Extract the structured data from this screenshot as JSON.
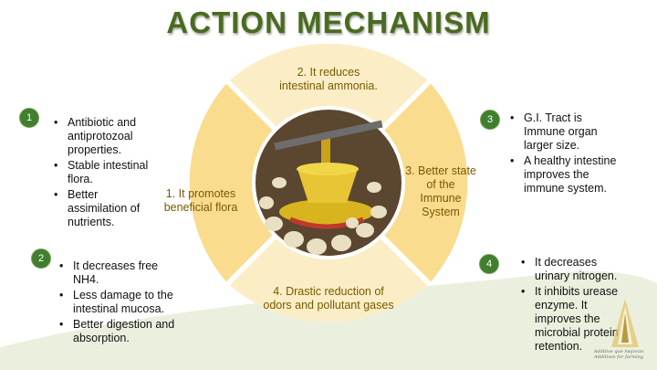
{
  "title": "ACTION MECHANISM",
  "colors": {
    "title": "#4a6b1f",
    "segment_top": "#fbeec6",
    "segment_side": "#f9dc8e",
    "segment_label": "#7a5a00",
    "badge": "#3f7f2e",
    "swoosh": "#e6ecd6"
  },
  "wheel": {
    "top": "2. It reduces\nintestinal ammonia.",
    "left": "1. It promotes\nbeneficial flora",
    "right": "3. Better state\nof the\nImmune\nSystem",
    "bottom": "4. Drastic reduction of\nodors and pollutant gases"
  },
  "badges": [
    "1",
    "2",
    "3",
    "4"
  ],
  "panels": {
    "p1": [
      "Antibiotic and antiprotozoal properties.",
      "Stable intestinal flora.",
      "Better assimilation of nutrients."
    ],
    "p2": [
      "It decreases free NH4.",
      "Less damage to the intestinal mucosa.",
      "Better digestion and absorption."
    ],
    "p3": [
      "G.I. Tract is Immune organ larger size.",
      "A healthy intestine improves the immune system."
    ],
    "p4": [
      "It decreases urinary nitrogen.",
      "It inhibits urease enzyme. It improves the microbial protein retention."
    ]
  },
  "logo": {
    "icon": "spire-logo-icon",
    "text": "Additive que mejoran\nAdditives for farming"
  }
}
